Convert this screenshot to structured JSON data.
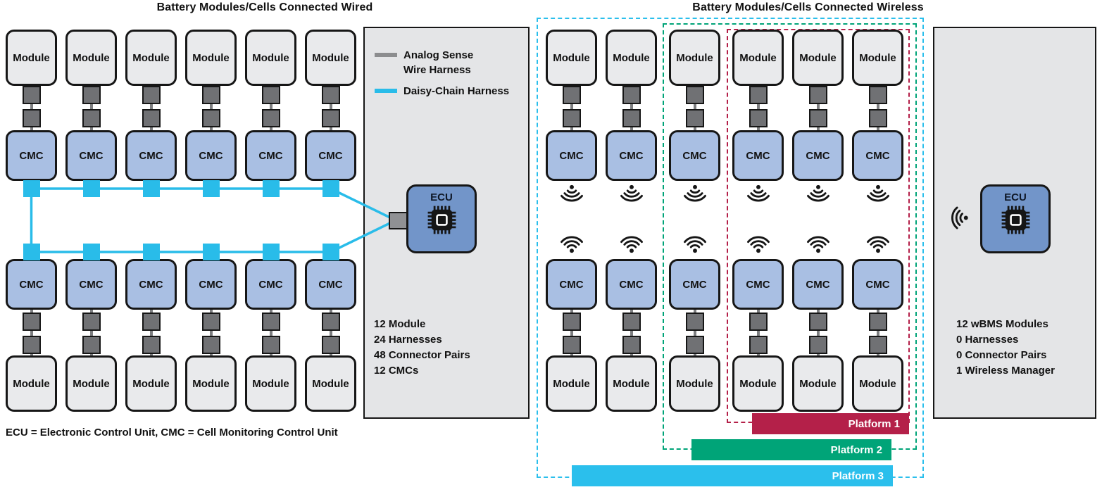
{
  "wired": {
    "title": "Battery Modules/Cells Connected Wired",
    "module_label": "Module",
    "cmc_label": "CMC",
    "ecu_label": "ECU",
    "columns": 6,
    "legend": [
      {
        "label": "Analog Sense\nWire Harness",
        "color": "#8c8d8f"
      },
      {
        "label": "Daisy-Chain Harness",
        "color": "#29bce9"
      }
    ],
    "stats": [
      "12 Module",
      "24 Harnesses",
      "48 Connector Pairs",
      "12 CMCs"
    ]
  },
  "wireless": {
    "title": "Battery Modules/Cells Connected Wireless",
    "module_label": "Module",
    "cmc_label": "CMC",
    "ecu_label": "ECU",
    "columns": 6,
    "stats": [
      "12 wBMS Modules",
      "0 Harnesses",
      "0 Connector Pairs",
      "1 Wireless Manager"
    ],
    "platforms": [
      {
        "label": "Platform 1",
        "color": "#b42049"
      },
      {
        "label": "Platform 2",
        "color": "#00a478"
      },
      {
        "label": "Platform 3",
        "color": "#2bbfec"
      }
    ]
  },
  "footnote": "ECU = Electronic Control Unit, CMC = Cell Monitoring Control Unit",
  "icons": {
    "wifi": "wifi-icon",
    "chip": "microchip-icon"
  },
  "colors": {
    "module_fill": "#e9eaec",
    "cmc_fill": "#a9bfe3",
    "ecu_fill": "#7295c9",
    "connector_fill": "#707174",
    "panel_fill": "#e4e5e7",
    "daisy_chain": "#29bce9",
    "outline": "#161616"
  }
}
